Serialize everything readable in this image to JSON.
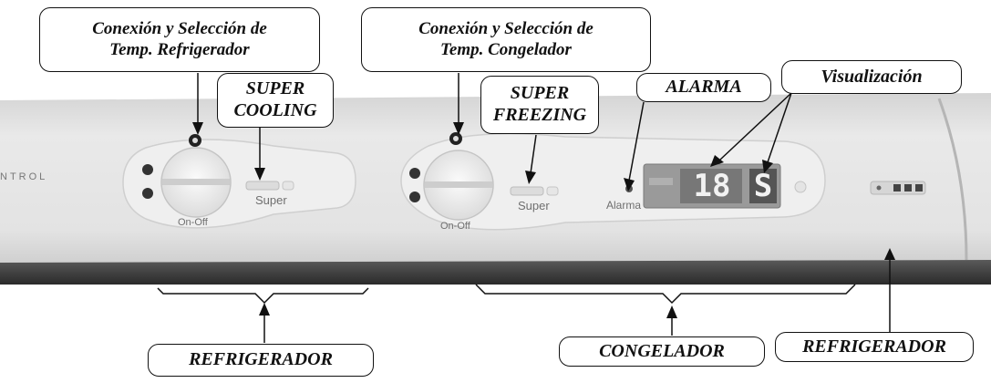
{
  "panel": {
    "brand_text": "NTROL",
    "left_knob_label": "On-Off",
    "right_knob_label": "On-Off",
    "left_super_label": "Super",
    "right_super_label": "Super",
    "alarm_label": "Alarma",
    "display_temp": "18",
    "display_mode": "S"
  },
  "callouts": {
    "fridge_control": {
      "line1": "Conexión y Selección de",
      "line2": "Temp. Refrigerador"
    },
    "freezer_control": {
      "line1": "Conexión y Selección de",
      "line2": "Temp. Congelador"
    },
    "super_cooling": {
      "line1": "SUPER",
      "line2": "COOLING"
    },
    "super_freezing": {
      "line1": "SUPER",
      "line2": "FREEZING"
    },
    "alarma": "ALARMA",
    "visualizacion": "Visualización",
    "refrigerador_left": "REFRIGERADOR",
    "congelador": "CONGELADOR",
    "refrigerador_right": "REFRIGERADOR"
  },
  "colors": {
    "panel_light": "#e6e6e6",
    "panel_dark": "#3b3b3b",
    "display_bg": "#8f8f8f",
    "digit_color": "#f2f2f2",
    "outline": "#111111"
  }
}
